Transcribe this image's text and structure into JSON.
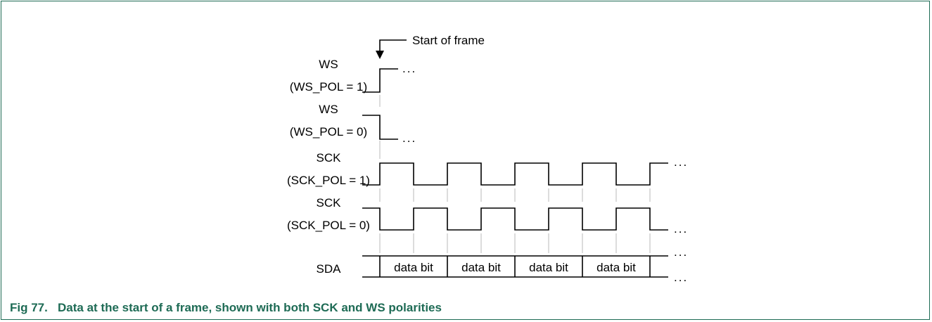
{
  "diagram": {
    "start_of_frame_label": "Start of frame",
    "signals": [
      {
        "name": "WS",
        "condition": "(WS_POL = 1)"
      },
      {
        "name": "WS",
        "condition": "(WS_POL = 0)"
      },
      {
        "name": "SCK",
        "condition": "(SCK_POL = 1)"
      },
      {
        "name": "SCK",
        "condition": "(SCK_POL = 0)"
      },
      {
        "name": "SDA",
        "condition": ""
      }
    ],
    "data_bits": [
      "data bit",
      "data bit",
      "data bit",
      "data bit"
    ],
    "ellipsis": "..."
  },
  "caption": "Fig 77.   Data at the start of a frame, shown with both SCK and WS polarities"
}
